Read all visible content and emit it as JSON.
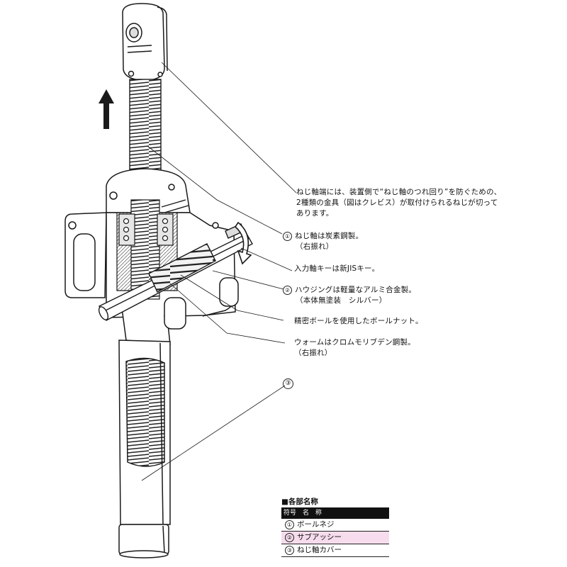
{
  "callouts": [
    {
      "lines": [
        "ねじ軸端には、装置側で“ねじ軸のつれ回り”を防ぐための、",
        "2種類の金具（図はクレビス）が取付けられるねじが切って",
        "あります。"
      ]
    },
    {
      "num": "①",
      "lines": [
        "ねじ軸は炭素鋼製。",
        "（右振れ）"
      ]
    },
    {
      "lines": [
        "入力軸キーは新JISキー。"
      ]
    },
    {
      "num": "②",
      "lines": [
        "ハウジングは軽量なアルミ合金製。",
        "（本体無塗装　シルバー）"
      ]
    },
    {
      "lines": [
        "精密ボールを使用したボールナット。"
      ]
    },
    {
      "lines": [
        "ウォームはクロムモリブデン鋼製。",
        "（右振れ）"
      ]
    },
    {
      "num": "③"
    }
  ],
  "parts": {
    "title": "■各部名称",
    "header": "符号　名　称",
    "rows": [
      {
        "num": "①",
        "name": "ボールネジ",
        "highlight": false
      },
      {
        "num": "②",
        "name": "サブアッシー",
        "highlight": true
      },
      {
        "num": "③",
        "name": "ねじ軸カバー",
        "highlight": false
      }
    ]
  },
  "colors": {
    "line": "#1a1a1a",
    "fill": "#ffffff",
    "shade": "#d9d9d9",
    "highlight": "#f6dcec",
    "header_bg": "#111111"
  }
}
